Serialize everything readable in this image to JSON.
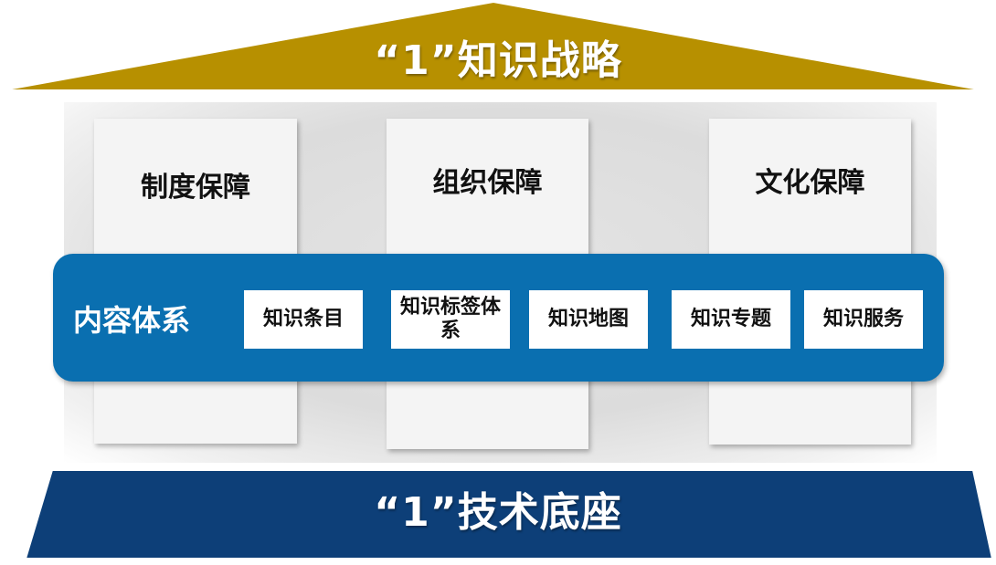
{
  "roof": {
    "title": "“1”知识战略",
    "color": "#b79000"
  },
  "pillars": [
    {
      "title": "制度保障"
    },
    {
      "title": "组织保障"
    },
    {
      "title": "文化保障"
    }
  ],
  "content_system": {
    "label": "内容体系",
    "color": "#0a6fb0",
    "items": [
      {
        "label": "知识条目"
      },
      {
        "label": "知识标签体系"
      },
      {
        "label": "知识地图"
      },
      {
        "label": "知识专题"
      },
      {
        "label": "知识服务"
      }
    ]
  },
  "base": {
    "title": "“1”技术底座",
    "color": "#0d3f78"
  }
}
